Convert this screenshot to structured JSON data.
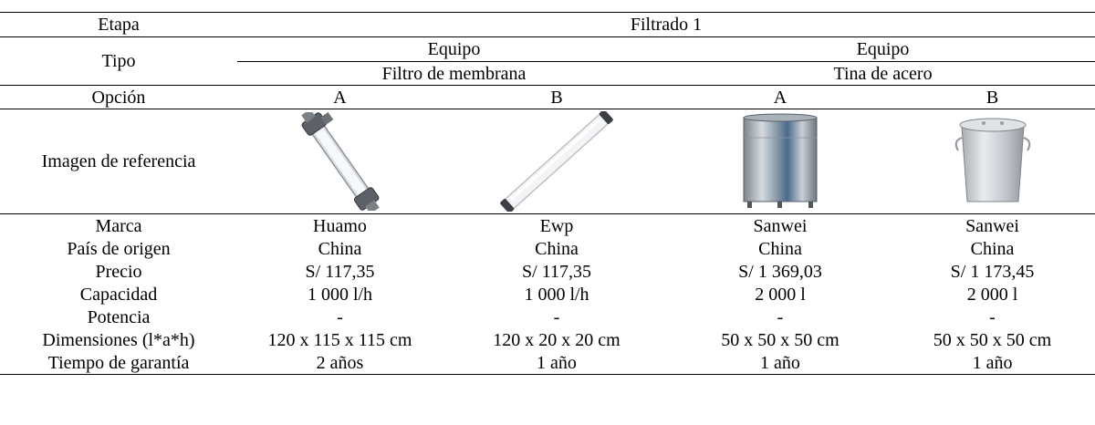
{
  "header": {
    "etapa_label": "Etapa",
    "etapa_value": "Filtrado 1",
    "tipo_label": "Tipo",
    "groups": [
      {
        "type": "Equipo",
        "name": "Filtro de membrana"
      },
      {
        "type": "Equipo",
        "name": "Tina de acero"
      }
    ],
    "opcion_label": "Opción",
    "options": [
      "A",
      "B",
      "A",
      "B"
    ],
    "image_label": "Imagen de referencia",
    "images": [
      "membrane-filter-image",
      "membrane-filter-long-image",
      "steel-tank-open-image",
      "steel-tank-lid-image"
    ]
  },
  "rows": [
    {
      "label": "Marca",
      "values": [
        "Huamo",
        "Ewp",
        "Sanwei",
        "Sanwei"
      ]
    },
    {
      "label": "País de origen",
      "values": [
        "China",
        "China",
        "China",
        "China"
      ]
    },
    {
      "label": "Precio",
      "values": [
        "S/ 117,35",
        "S/ 117,35",
        "S/ 1 369,03",
        "S/ 1 173,45"
      ]
    },
    {
      "label": "Capacidad",
      "values": [
        "1 000 l/h",
        "1 000 l/h",
        "2 000 l",
        "2 000 l"
      ]
    },
    {
      "label": "Potencia",
      "values": [
        "-",
        "-",
        "-",
        "-"
      ]
    },
    {
      "label": "Dimensiones (l*a*h)",
      "values": [
        "120 x 115 x 115 cm",
        "120 x 20 x 20 cm",
        "50 x 50 x 50 cm",
        "50 x 50 x 50 cm"
      ]
    },
    {
      "label": "Tiempo de garantía",
      "values": [
        "2 años",
        "1 año",
        "1 año",
        "1 año"
      ]
    }
  ]
}
